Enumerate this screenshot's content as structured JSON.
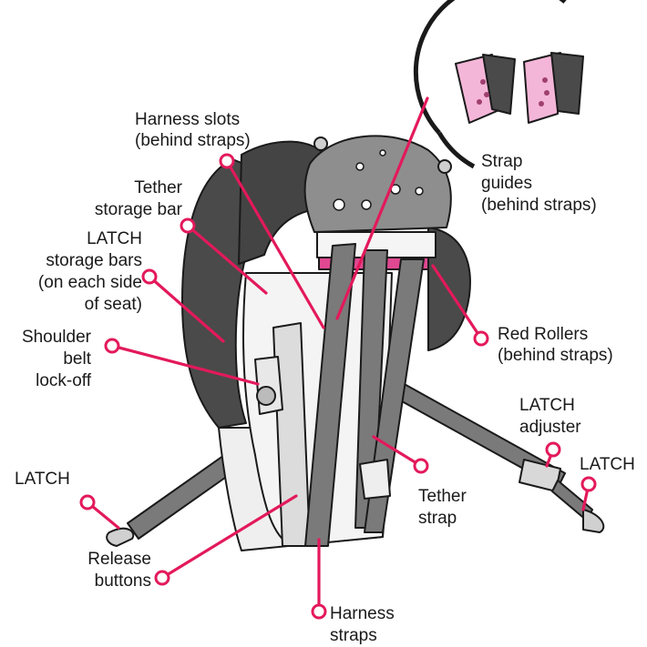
{
  "colors": {
    "leader": "#e3195b",
    "strap": "#7a7a7a",
    "seat_shell": "#f2f2f2",
    "seat_pad": "#4a4a4a",
    "headrest": "#8e8e8e",
    "strap_guide": "#f4b6d8",
    "text": "#1a1a1a"
  },
  "labels": {
    "harness_slots": [
      "Harness slots",
      "(behind straps)"
    ],
    "tether_storage_bar": [
      "Tether",
      "storage bar"
    ],
    "latch_storage_bars": [
      "LATCH",
      "storage bars",
      "(on each side",
      "of seat)"
    ],
    "shoulder_belt_lockoff": [
      "Shoulder",
      "belt",
      "lock-off"
    ],
    "latch_left": [
      "LATCH"
    ],
    "release_buttons": [
      "Release",
      "buttons"
    ],
    "harness_straps": [
      "Harness",
      "straps"
    ],
    "tether_strap": [
      "Tether",
      "strap"
    ],
    "latch_adjuster": [
      "LATCH",
      "adjuster"
    ],
    "latch_right": [
      "LATCH"
    ],
    "red_rollers": [
      "Red Rollers",
      "(behind straps)"
    ],
    "strap_guides": [
      "Strap",
      "guides",
      "(behind straps)"
    ]
  }
}
